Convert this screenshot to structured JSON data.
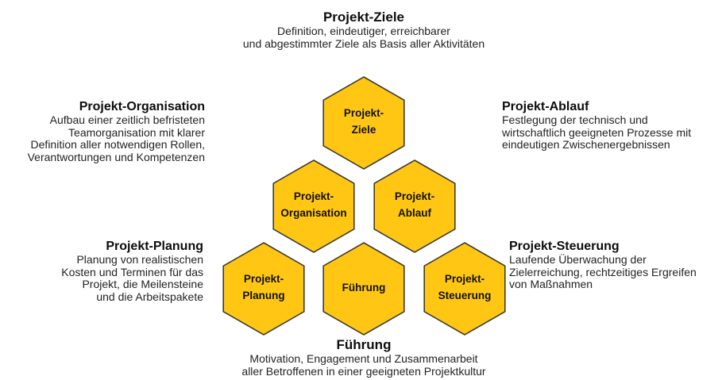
{
  "colors": {
    "hex_fill": "#FFC713",
    "hex_stroke": "#3D3B33",
    "title_text": "#0D0D0D",
    "body_text": "#232323"
  },
  "blocks": {
    "ziele": {
      "title": "Projekt-Ziele",
      "lines": [
        "Definition, eindeutiger, erreichbarer",
        "und abgestimmter Ziele als Basis aller Aktivitäten"
      ]
    },
    "organisation": {
      "title": "Projekt-Organisation",
      "lines": [
        "Aufbau einer zeitlich befristeten",
        "Teamorganisation mit klarer",
        "Definition aller notwendigen Rollen,",
        "Verantwortungen und Kompetenzen"
      ]
    },
    "ablauf": {
      "title": "Projekt-Ablauf",
      "lines": [
        "Festlegung der technisch und",
        "wirtschaftlich geeigneten Prozesse mit",
        "eindeutigen Zwischenergebnissen"
      ]
    },
    "planung": {
      "title": "Projekt-Planung",
      "lines": [
        "Planung von realistischen",
        "Kosten und Terminen für das",
        "Projekt, die Meilensteine",
        "und die Arbeitspakete"
      ]
    },
    "steuerung": {
      "title": "Projekt-Steuerung",
      "lines": [
        "Laufende Überwachung der",
        "Zielerreichung, rechtzeitiges Ergreifen",
        "von Maßnahmen"
      ]
    },
    "fuehrung": {
      "title": "Führung",
      "lines": [
        "Motivation, Engagement und Zusammenarbeit",
        "aller Betroffenen in einer geeigneten Projektkultur"
      ]
    }
  },
  "hexagons": {
    "ziele": {
      "line1": "Projekt-",
      "line2": "Ziele"
    },
    "organisation": {
      "line1": "Projekt-",
      "line2": "Organisation"
    },
    "ablauf": {
      "line1": "Projekt-",
      "line2": "Ablauf"
    },
    "planung": {
      "line1": "Projekt-",
      "line2": "Planung"
    },
    "fuehrung": {
      "line1": "Führung"
    },
    "steuerung": {
      "line1": "Projekt-",
      "line2": "Steuerung"
    }
  }
}
